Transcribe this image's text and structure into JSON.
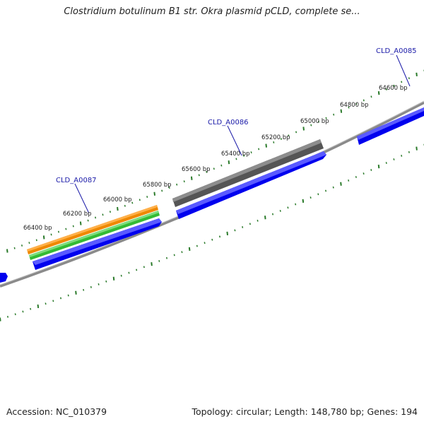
{
  "title": "Clostridium botulinum B1 str. Okra plasmid pCLD, complete se...",
  "footer": {
    "accession": "Accession: NC_010379",
    "summary": "Topology: circular; Length: 148,780 bp; Genes: 194"
  },
  "colors": {
    "forward_cds": "#0000ee",
    "gene_gray": "#555555",
    "gene_orange": "#ee8800",
    "gene_green": "#33bb33",
    "backbone": "#888888",
    "tick": "#2a7a2a",
    "label": "#1a1aa8"
  },
  "position_labels": [
    "64600 bp",
    "64800 bp",
    "65000 bp",
    "65200 bp",
    "65400 bp",
    "65600 bp",
    "65800 bp",
    "66000 bp",
    "66200 bp",
    "66400 bp"
  ],
  "gene_labels": [
    "CLD_A0085",
    "CLD_A0086",
    "CLD_A0087"
  ]
}
